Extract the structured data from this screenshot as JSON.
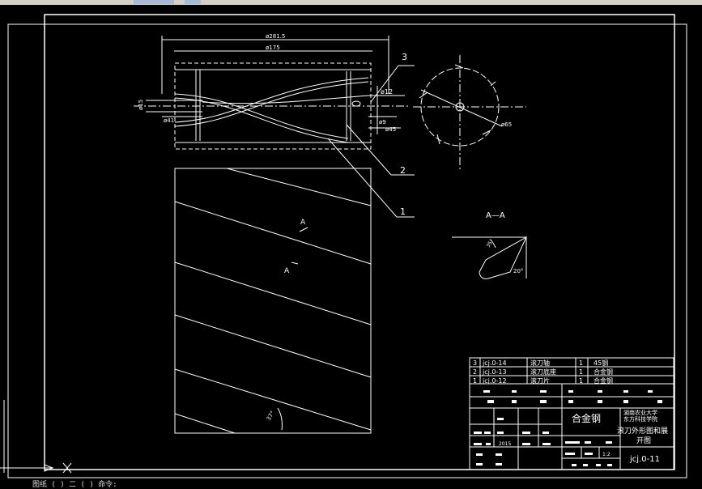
{
  "app": {
    "status_text": "图纸 (  ) 二 (  ) 命令: "
  },
  "drawing": {
    "dimensions": {
      "outer_width": "ø281.5",
      "inner_width": "ø175",
      "shaft_dia": "ø15",
      "bore": "ø41",
      "hole": "ø12",
      "d9": "ø9",
      "d45": "ø45",
      "d65": "ø65"
    },
    "balloons": {
      "b3": "3",
      "b2": "2",
      "b1": "1"
    },
    "section_marks": {
      "upper": "A",
      "lower": "A"
    },
    "section_title": "A—A",
    "angles": {
      "a1": "35°",
      "a2": "20°",
      "helix": "37°"
    }
  },
  "bom": [
    {
      "no": "3",
      "code": "jcj.0-14",
      "name": "滚刀轴",
      "qty": "1",
      "material": "45钢"
    },
    {
      "no": "2",
      "code": "jcj.0-13",
      "name": "滚刀底座",
      "qty": "1",
      "material": "合金钢"
    },
    {
      "no": "1",
      "code": "jcj.0-12",
      "name": "滚刀片",
      "qty": "1",
      "material": "合金钢"
    }
  ],
  "title_block": {
    "material": "合金钢",
    "school_line1": "湖南农业大学",
    "school_line2": "东方科技学院",
    "drawing_title_line1": "滚刀外形图和展",
    "drawing_title_line2": "开图",
    "drawing_number": "jcj.0-11",
    "date": "2015",
    "scale": "1:2"
  }
}
